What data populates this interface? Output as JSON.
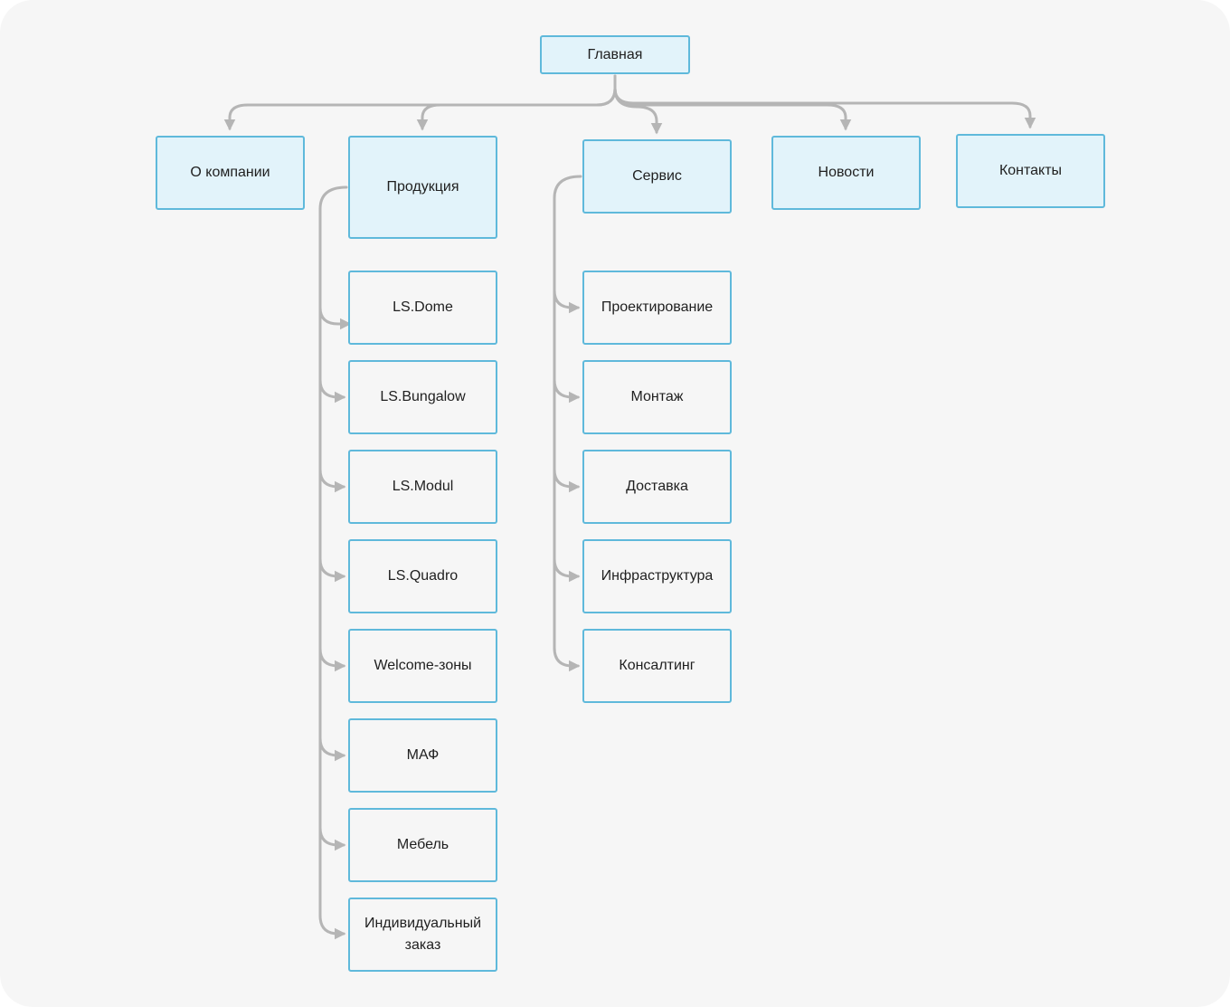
{
  "colors": {
    "background": "#f6f6f6",
    "node_border": "#5fb9db",
    "primary_node_fill": "#e2f3fa",
    "connector": "#b5b5b5"
  },
  "root": {
    "label": "Главная"
  },
  "sections": {
    "about": "О компании",
    "products": "Продукция",
    "service": "Сервис",
    "news": "Новости",
    "contacts": "Контакты"
  },
  "products": [
    "LS.Dome",
    "LS.Bungalow",
    "LS.Modul",
    "LS.Quadro",
    "Welcome-зоны",
    "МАФ",
    "Мебель",
    "Индивидуальный заказ"
  ],
  "services": [
    "Проектирование",
    "Монтаж",
    "Доставка",
    "Инфраструктура",
    "Консалтинг"
  ]
}
